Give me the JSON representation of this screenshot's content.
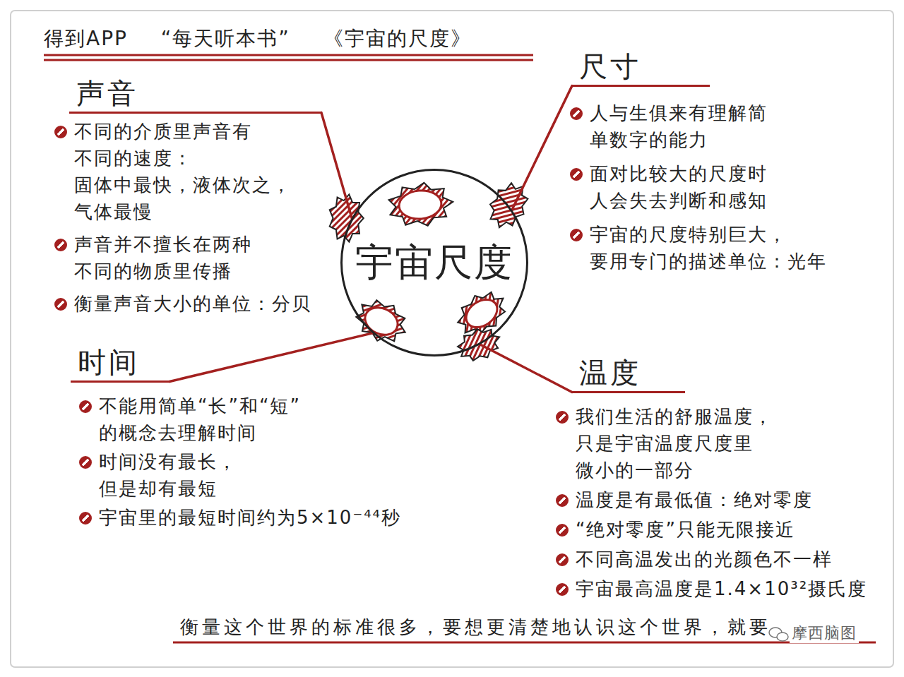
{
  "diagram": {
    "title": "得到APP “每天听本书” 《宇宙的尺度》",
    "caption": "衡量这个世界的标准很多，要想更清楚地认识这个世界，就要",
    "nodes": [
      {
        "text": [
          "声音",
          "不同的介质里声音有 不同的速度： 固体中最快，液体次之， 气体最慢",
          "声音并不擅长在两种 不同的物质里传播",
          "衡量声音大小的单位：分贝"
        ]
      },
      {
        "text": [
          "尺寸",
          "人与生俱来有理解简 单数字的能力",
          "面对比较大的尺度时 人会失去判断和感知",
          "宇宙的尺度特别巨大， 要用专门的描述单位：光年"
        ]
      },
      {
        "text": [
          "宇宙尺度"
        ]
      },
      {
        "text": [
          "时间",
          "不能用简单“长”和“短” 的概念去理解时间",
          "时间没有最长， 但是却有最短",
          "宇宙里的最短时间约为5×10⁻⁴⁴秒"
        ]
      },
      {
        "text": [
          "温度",
          "我们生活的舒服温度， 只是宇宙温度尺度里 微小的一部分",
          "温度是有最低值：绝对零度",
          "“绝对零度”只能无限接近",
          "不同高温发出的光颜色不一样",
          "宇宙最高温度是1.4×10³²摄氏度"
        ]
      }
    ],
    "edges": [
      {
        "from": 2,
        "to": 0,
        "arrow": "none"
      },
      {
        "from": 2,
        "to": 1,
        "arrow": "none"
      },
      {
        "from": 2,
        "to": 3,
        "arrow": "none"
      },
      {
        "from": 2,
        "to": 4,
        "arrow": "none"
      }
    ],
    "labels": [
      "摩西脑图"
    ]
  }
}
